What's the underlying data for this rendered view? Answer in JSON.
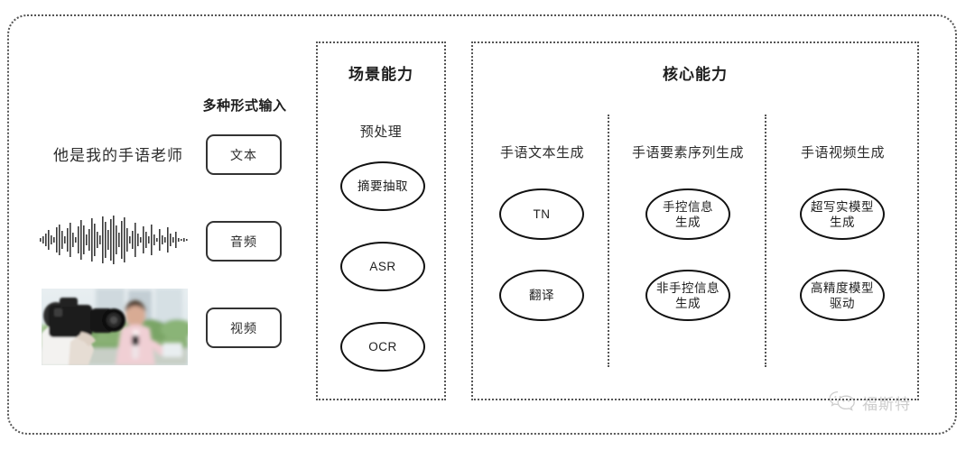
{
  "diagram": {
    "outer_frame_style": "dotted-rounded",
    "left_column": {
      "heading": "多种形式输入",
      "sample_sentence": "他是我的手语老师",
      "modalities": [
        {
          "label": "文本",
          "media": "text"
        },
        {
          "label": "音频",
          "media": "waveform"
        },
        {
          "label": "视频",
          "media": "video-thumbnail"
        }
      ],
      "video_caption": "摄影师用摄像机拍摄手持话筒的粉色西装女记者，背景为绿植与建筑"
    },
    "scene_panel": {
      "title": "场景能力",
      "subtitle": "预处理",
      "nodes": [
        "摘要抽取",
        "ASR",
        "OCR"
      ]
    },
    "core_panel": {
      "title": "核心能力",
      "columns": [
        {
          "heading": "手语文本生成",
          "nodes": [
            "TN",
            "翻译"
          ]
        },
        {
          "heading": "手语要素序列生成",
          "nodes": [
            "手控信息\n生成",
            "非手控信息\n生成"
          ]
        },
        {
          "heading": "手语视频生成",
          "nodes": [
            "超写实模型\n生成",
            "高精度模型\n驱动"
          ]
        }
      ]
    },
    "watermark": {
      "label": "福斯特",
      "icon": "wechat-icon"
    },
    "colors": {
      "frame": "#555555",
      "node_stroke": "#111111",
      "text": "#2b2b2b",
      "title": "#1d1d1d",
      "watermark": "#8a8a8a",
      "background": "#ffffff"
    }
  }
}
